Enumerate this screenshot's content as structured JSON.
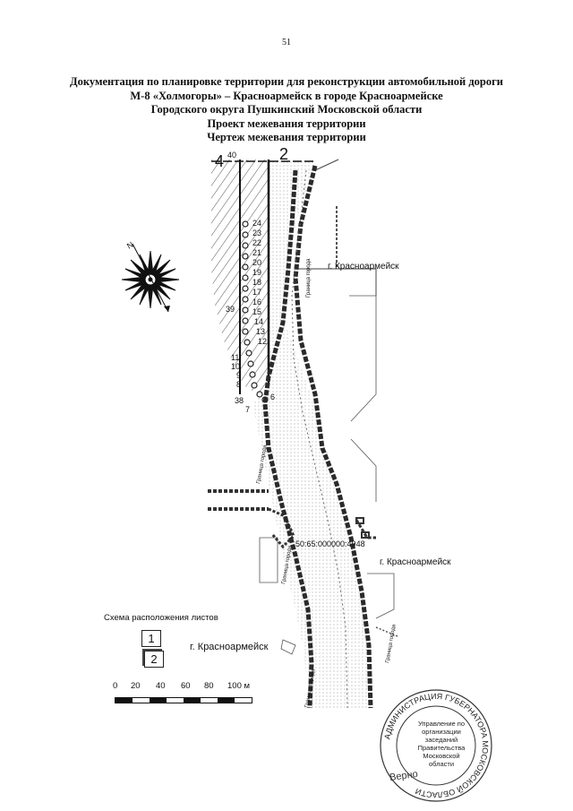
{
  "page": {
    "number": "51"
  },
  "header": {
    "lines": [
      "Документация по планировке территории для реконструкции автомобильной дороги",
      "М-8 «Холмогоры» – Красноармейск в городе Красноармейске",
      "Городского округа Пушкинский Московской области",
      "Проект межевания территории",
      "Чертеж межевания территории"
    ]
  },
  "map": {
    "sheet_marker_left": "4",
    "sheet_marker_right": "2",
    "north_letter": "N",
    "city_labels": [
      "г. Красноармейск",
      "г. Красноармейск"
    ],
    "cadastral_number": "50:65:000000:4948",
    "boundary_label": "Граница города",
    "point_numbers": [
      "40",
      "24",
      "23",
      "22",
      "21",
      "20",
      "19",
      "18",
      "17",
      "16",
      "15",
      "14",
      "13",
      "12",
      "11",
      "10",
      "9",
      "8",
      "7",
      "6",
      "39",
      "38"
    ],
    "colors": {
      "road_line": "#2a2a2a",
      "hatch": "#555555",
      "dotted_fill": "#d6d6d6"
    }
  },
  "layout_scheme": {
    "title": "Схема расположения листов",
    "sheet_1": "1",
    "sheet_2": "2",
    "city": "г. Красноармейск"
  },
  "scale": {
    "ticks": [
      "0",
      "20",
      "40",
      "60",
      "80",
      "100 м"
    ]
  },
  "stamp": {
    "ring_text": "АДМИНИСТРАЦИЯ ГУБЕРНАТОРА МОСКОВСКОЙ ОБЛАСТИ",
    "center_text": "Управление по организации заседаний Правительства Московской области",
    "handwritten": "Верно"
  }
}
